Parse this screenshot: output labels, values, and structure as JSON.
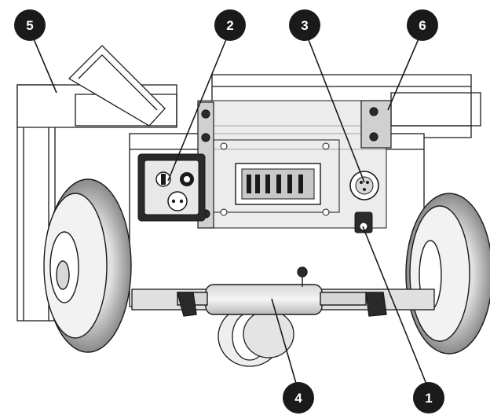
{
  "callouts": [
    {
      "id": "1",
      "label": "1"
    },
    {
      "id": "2",
      "label": "2"
    },
    {
      "id": "3",
      "label": "3"
    },
    {
      "id": "4",
      "label": "4"
    },
    {
      "id": "5",
      "label": "5"
    },
    {
      "id": "6",
      "label": "6"
    }
  ],
  "colors": {
    "callout_fill": "#1a1a1a",
    "callout_text": "#ffffff",
    "line_art": "#1a1a1a",
    "highlight_panel": "#e6e6e6"
  },
  "icons": {
    "outlet": "outlet-icon",
    "switch": "switch-icon"
  }
}
